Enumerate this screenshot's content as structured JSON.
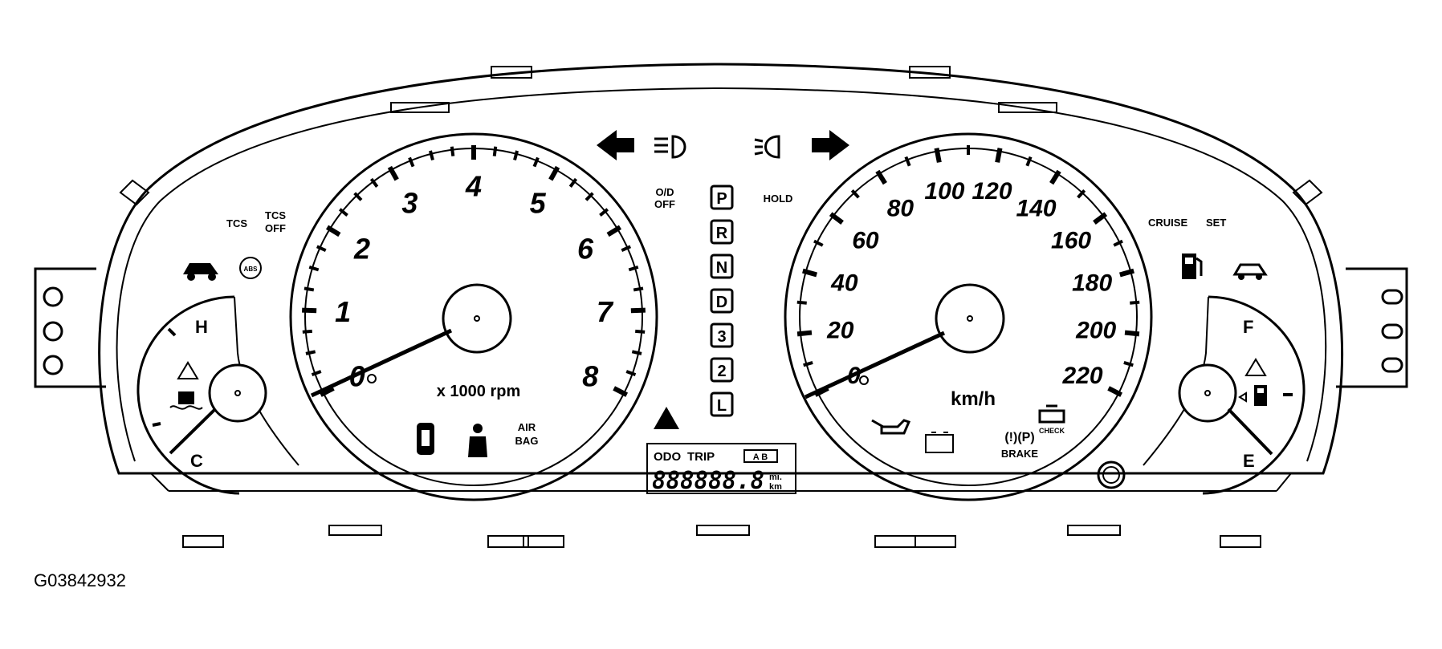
{
  "figure_code": "G03842932",
  "tachometer": {
    "numbers": [
      "0",
      "1",
      "2",
      "3",
      "4",
      "5",
      "6",
      "7",
      "8"
    ],
    "unit": "x 1000 rpm"
  },
  "speedometer": {
    "numbers": [
      "0",
      "20",
      "40",
      "60",
      "80",
      "100",
      "120",
      "140",
      "160",
      "180",
      "200",
      "220"
    ],
    "unit": "km/h"
  },
  "temperature_gauge": {
    "hot": "H",
    "cold": "C"
  },
  "fuel_gauge": {
    "full": "F",
    "empty": "E"
  },
  "gear_indicator": [
    "P",
    "R",
    "N",
    "D",
    "3",
    "2",
    "L"
  ],
  "labels": {
    "tcs": "TCS",
    "tcs_off_1": "TCS",
    "tcs_off_2": "OFF",
    "od_1": "O/D",
    "od_2": "OFF",
    "hold": "HOLD",
    "cruise": "CRUISE",
    "set": "SET",
    "abs": "ABS",
    "airbag_1": "AIR",
    "airbag_2": "BAG",
    "brake": "BRAKE",
    "brake_symbol": "(!)(P)",
    "check": "CHECK"
  },
  "odometer": {
    "odo": "ODO",
    "trip": "TRIP",
    "ab": "A B",
    "digits": "888888.8",
    "unit_1": "mi.",
    "unit_2": "km"
  },
  "icons": [
    "left-turn-arrow-icon",
    "high-beam-icon",
    "fog-light-icon",
    "right-turn-arrow-icon",
    "master-warning-icon",
    "seatbelt-icon",
    "door-ajar-icon",
    "oil-pressure-icon",
    "battery-icon",
    "check-engine-icon",
    "fuel-pump-icon",
    "traction-car-icon",
    "cruise-car-icon",
    "coolant-icon"
  ]
}
